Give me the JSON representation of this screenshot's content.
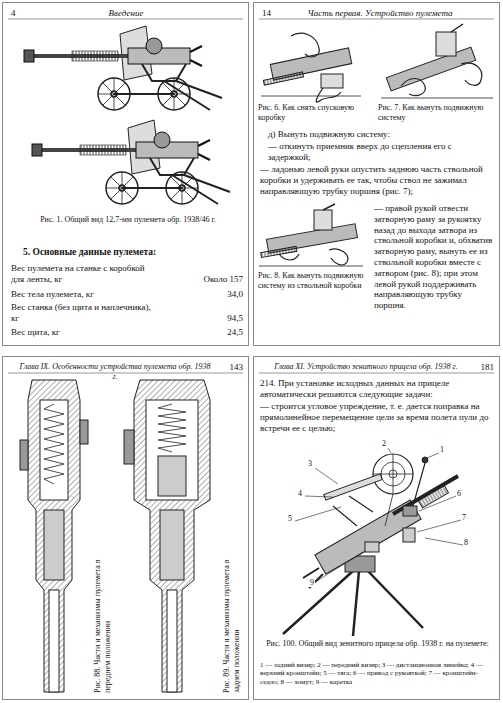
{
  "diagram": {
    "nodes": [
      {
        "text": [
          "4",
          "Введение",
          "Рис. 1. Общий вид 12,7-мм пулемета обр. 1938/46 г.",
          "5. Основные данные пулемета:",
          "Вес пулемета на станке с коробкой для ленты, кг",
          "Около 157",
          "Вес тела пулемета, кг",
          "34,0",
          "Вес станка (без щита и наплечника), кг",
          "94,5",
          "Вес щита, кг",
          "24,5"
        ]
      },
      {
        "text": [
          "14",
          "Часть первая. Устройство пулемета",
          "Рис. 6. Как снять спусковую коробку",
          "Рис. 7. Как вынуть подвижную систему",
          "д) Вынуть подвижную систему:",
          "— откинуть приемник вверх до сцепления его с задержкой;",
          "— ладонью левой руки опустить заднюю часть ствольной коробки и удерживать ее так, чтобы ствол не зажимал направляющую трубку поршня (рис. 7);",
          "Рис. 8. Как вынуть подвижную систему из ствольной коробки",
          "— правой рукой отвести затворную раму за рукоятку назад до выхода затвора из ствольной коробки и, обхватив затворную раму, вынуть ее из ствольной коробки вместе с затвором (рис. 8); при этом левой рукой поддерживать направляющую трубку поршня."
        ]
      },
      {
        "text": [
          "Глава IX. Особенности устройства пулемета обр. 1938 г.",
          "143",
          "Рис. 88. Части и механизмы пулемета в переднем положении",
          "Рис. 89. Части и механизмы пулемета в заднем положении"
        ]
      },
      {
        "text": [
          "Глава XI. Устройство зенитного прицела обр. 1938 г.",
          "181",
          "214. При установке исходных данных на прицеле автоматически решаются следующие задачи:",
          "— строится угловое упреждение, т. е. дается поправка на прямолинейное перемещение цели за время полета пули до встречи ее с целью;",
          "Рис. 100. Общий вид зенитного прицела обр. 1938 г. на пулемете:",
          "1 — задний визир; 2 — передний визир; 3 — дистанционная линейка; 4 — верхний кронштейн; 5 — тяга; 6 — привод с рукояткой; 7 — кронштейн-седло; 8 — хомут; 9 — каретка"
        ]
      }
    ],
    "labels": [
      "1",
      "2",
      "3",
      "4",
      "5",
      "6",
      "7",
      "8",
      "9"
    ]
  }
}
